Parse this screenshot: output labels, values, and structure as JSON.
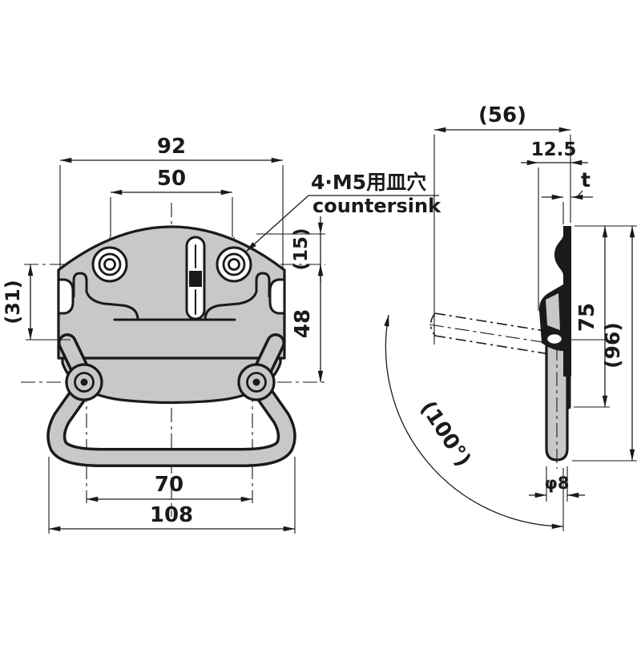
{
  "meta": {
    "colors": {
      "line": "#1a1a1a",
      "metal_fill": "#c8c8c8",
      "background": "#ffffff"
    }
  },
  "front_view": {
    "dim_plate_width": "92",
    "dim_top_hole_spacing": "50",
    "dim_side_height": "(31)",
    "dim_top_edge_to_hole": "(15)",
    "dim_hole_rows_spacing": "48",
    "dim_lower_hole_spacing": "70",
    "dim_overall_width": "108",
    "countersink_note_jp": "4·M5用皿穴",
    "countersink_note_en": "countersink"
  },
  "side_view": {
    "dim_overall_depth": "(56)",
    "dim_plate_depth": "12.5",
    "dim_plate_thickness": "t",
    "dim_plate_height": "75",
    "dim_overall_height": "(96)",
    "dim_swing_angle": "(100°)",
    "dim_bar_diameter": "φ8"
  }
}
